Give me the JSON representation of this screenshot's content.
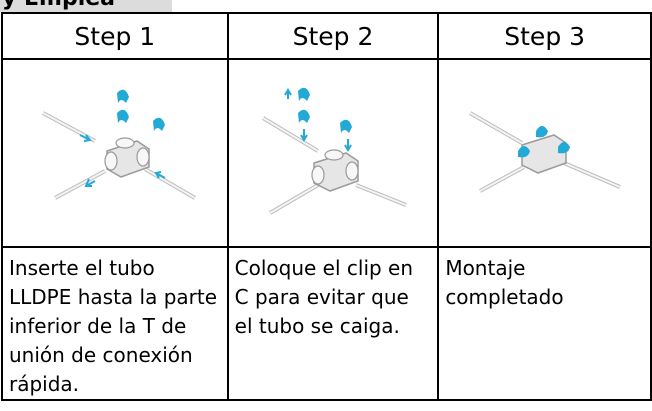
{
  "heading": {
    "text": "y Emplea"
  },
  "table": {
    "headers": [
      "Step 1",
      "Step 2",
      "Step 3"
    ],
    "images": [
      {
        "icon": "tee-fitting-insert-tubes-illustration"
      },
      {
        "icon": "tee-fitting-attach-c-clips-illustration"
      },
      {
        "icon": "tee-fitting-assembled-illustration"
      }
    ],
    "descriptions": [
      "Inserte el tubo LLDPE hasta la parte inferior de la T de unión de conexión rápida.",
      "Coloque el clip en C para evitar que el tubo se caiga.",
      "Montaje completado"
    ]
  },
  "colors": {
    "clip": "#22a9d6",
    "border": "#000000",
    "tab": "#dcdcdc"
  }
}
